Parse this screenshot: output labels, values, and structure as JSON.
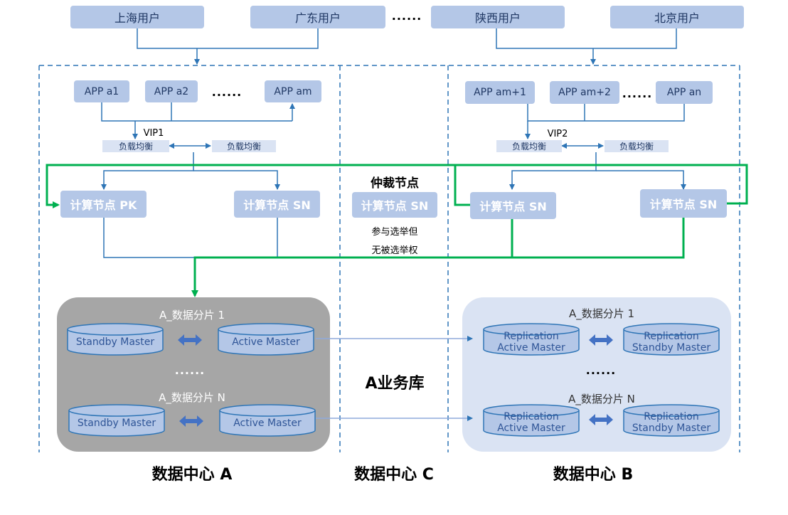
{
  "users": [
    "上海用户",
    "广东用户",
    "陕西用户",
    "北京用户"
  ],
  "ellipsis": "......",
  "dc_a": {
    "title": "数据中心 A",
    "apps": [
      "APP a1",
      "APP a2",
      "APP am"
    ],
    "vip": "VIP1",
    "lb": [
      "负载均衡",
      "负载均衡"
    ],
    "nodes": [
      "计算节点 PK",
      "计算节点 SN"
    ],
    "shard_1": "A_数据分片 1",
    "shard_n": "A_数据分片 N",
    "standby": "Standby Master",
    "active": "Active Master"
  },
  "dc_c": {
    "title": "数据中心 C",
    "arbiter_heading": "仲裁节点",
    "arbiter_node": "计算节点 SN",
    "note_line1": "参与选举但",
    "note_line2": "无被选举权",
    "business": "A业务库"
  },
  "dc_b": {
    "title": "数据中心 B",
    "apps": [
      "APP am+1",
      "APP am+2",
      "APP an"
    ],
    "vip": "VIP2",
    "lb": [
      "负载均衡",
      "负载均衡"
    ],
    "nodes": [
      "计算节点 SN",
      "计算节点 SN"
    ],
    "shard_1": "A_数据分片 1",
    "shard_n": "A_数据分片 N",
    "repl_top": "Replication",
    "repl_active": "Active Master",
    "repl_standby": "Standby Master"
  },
  "colors": {
    "box_fill": "#b4c7e7",
    "connector": "#2e75b6",
    "green_link": "#00b050",
    "dc_a_shard_panel": "#a6a6a6",
    "dc_b_shard_panel": "#dae3f3"
  }
}
